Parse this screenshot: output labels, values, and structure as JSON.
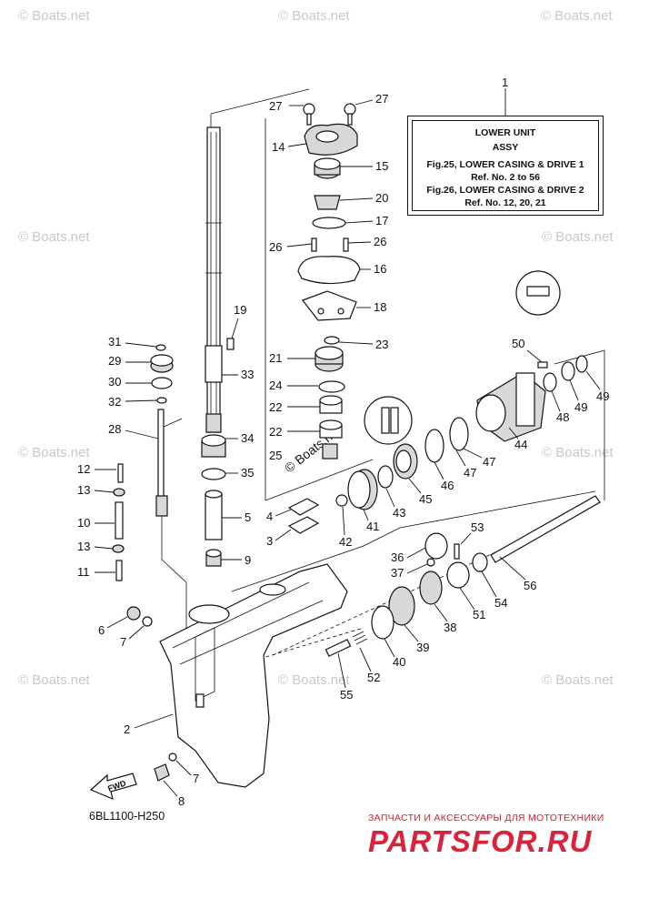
{
  "legend": {
    "ref": "1",
    "title_line1": "LOWER UNIT",
    "title_line2": "ASSY",
    "fig1": "Fig.25, LOWER CASING & DRIVE 1",
    "ref1": "Ref. No. 2 to 56",
    "fig2": "Fig.26, LOWER CASING & DRIVE 2",
    "ref2": "Ref. No. 12, 20, 21"
  },
  "diagram_code": "6BL1100-H250",
  "fwd_label": "FWD",
  "watermark": "© Boats.net",
  "shop": {
    "subtitle": "ЗАПЧАСТИ И АКСЕССУАРЫ ДЛЯ МОТОТЕХНИКИ",
    "logo": "PARTSFOR.RU"
  },
  "callouts": [
    "27",
    "27",
    "14",
    "15",
    "20",
    "17",
    "26",
    "26",
    "16",
    "18",
    "19",
    "33",
    "31",
    "29",
    "30",
    "32",
    "28",
    "21",
    "23",
    "24",
    "22",
    "22",
    "25",
    "34",
    "35",
    "5",
    "9",
    "4",
    "3",
    "12",
    "13",
    "10",
    "13",
    "11",
    "6",
    "7",
    "2",
    "7",
    "8",
    "50",
    "49",
    "49",
    "48",
    "44",
    "47",
    "47",
    "46",
    "45",
    "43",
    "41",
    "42",
    "53",
    "36",
    "37",
    "56",
    "54",
    "51",
    "38",
    "39",
    "40",
    "52",
    "55"
  ]
}
